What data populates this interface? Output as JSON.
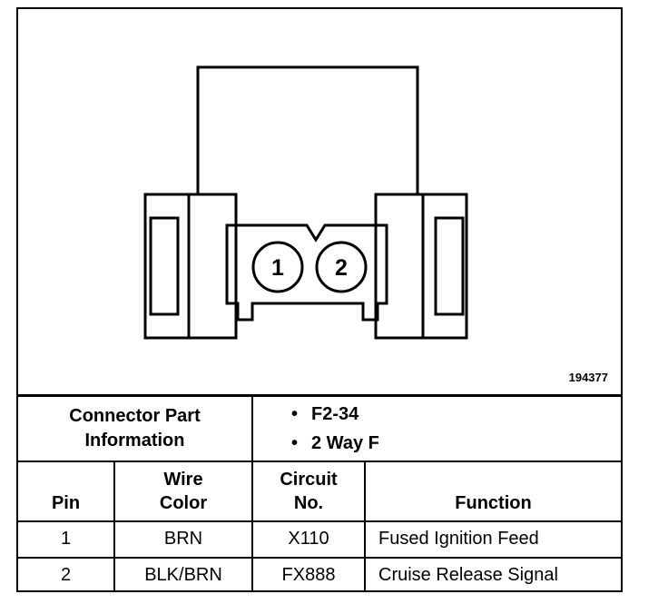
{
  "diagram": {
    "figure_id": "194377",
    "cavity_labels": [
      "1",
      "2"
    ]
  },
  "connector_info": {
    "label_line1": "Connector Part",
    "label_line2": "Information",
    "items": [
      "F2-34",
      "2 Way F"
    ],
    "bullet": "•"
  },
  "table": {
    "headers": {
      "pin": "Pin",
      "wire_color_line1": "Wire",
      "wire_color_line2": "Color",
      "circuit_line1": "Circuit",
      "circuit_line2": "No.",
      "function": "Function"
    },
    "rows": [
      {
        "pin": "1",
        "wire_color": "BRN",
        "circuit": "X110",
        "function": "Fused Ignition Feed"
      },
      {
        "pin": "2",
        "wire_color": "BLK/BRN",
        "circuit": "FX888",
        "function": "Cruise Release Signal"
      }
    ]
  }
}
